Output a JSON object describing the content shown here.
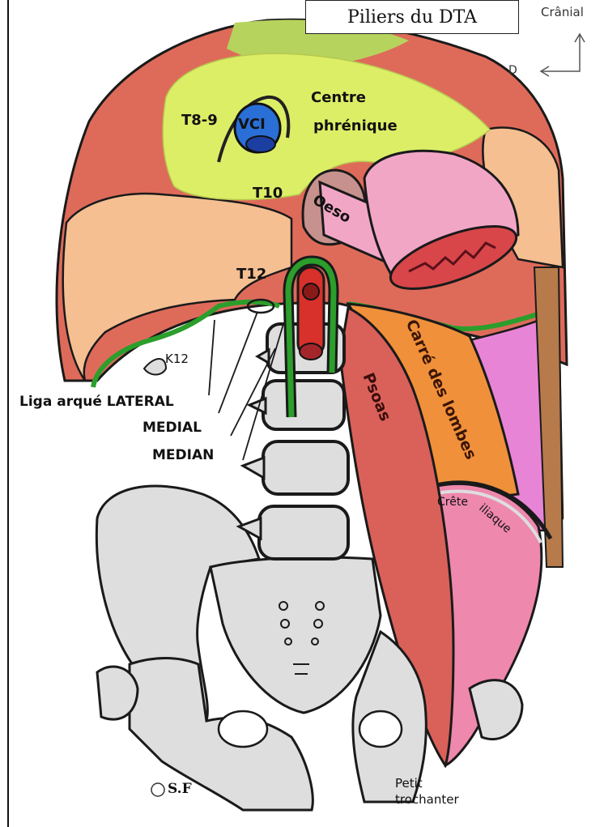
{
  "title": "Piliers du DTA",
  "orientation": {
    "cranial": "Crânial",
    "right": "D"
  },
  "labels": {
    "t8_9": "T8-9",
    "vci": "VCI",
    "centre_line1": "Centre",
    "centre_line2": "phrénique",
    "t10": "T10",
    "oeso": "Oeso",
    "t12": "T12",
    "k12": "K12",
    "liga_lateral": "Liga arqué LATERAL",
    "medial": "MEDIAL",
    "median": "MEDIAN",
    "psoas": "Psoas",
    "carre": "Carré des lombes",
    "crete": "Crête",
    "iliaque": "iliaque",
    "petit": "Petit",
    "trochanter": "trochanter",
    "signature": "S.F"
  },
  "colors": {
    "skin": "#f5bf92",
    "muscle_red": "#de6b5a",
    "centre_green": "#dcee66",
    "green_band": "#b6d35e",
    "diaphragm_edge": "#2b9e2b",
    "vci_blue": "#2a6fd6",
    "aorta_red": "#d8302a",
    "psoas": "#d9615a",
    "carre": "#f0903a",
    "iliacus": "#ee88ac",
    "pink_muscle": "#e884d6",
    "bone": "#dedede",
    "oeso_pink": "#f2a6c6"
  }
}
